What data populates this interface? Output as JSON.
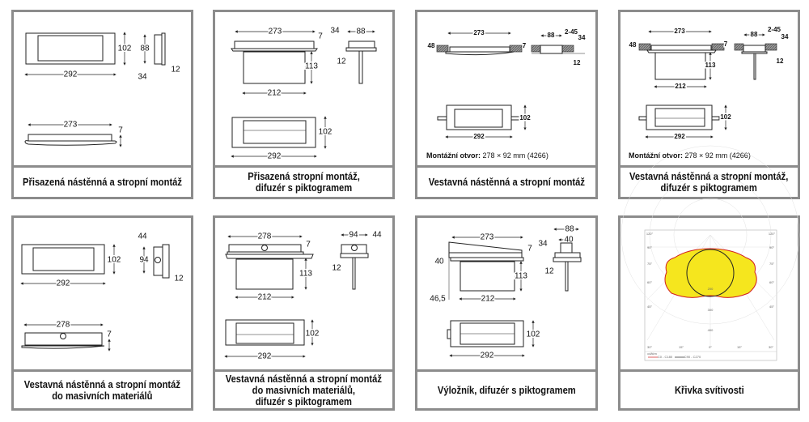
{
  "cards": [
    {
      "caption": [
        "Přisazená nástěnná a stropní montáž"
      ],
      "dims": {
        "a": "102",
        "b": "88",
        "c": "292",
        "d": "34",
        "e": "12",
        "f": "273",
        "g": "7"
      }
    },
    {
      "caption": [
        "Přisazená stropní montáž,",
        "difuzér s piktogramem"
      ],
      "dims": {
        "a": "273",
        "b": "7",
        "c": "113",
        "d": "212",
        "e": "34",
        "f": "88",
        "g": "12",
        "h": "102",
        "i": "292"
      }
    },
    {
      "caption": [
        "Vestavná nástěnná a stropní montáž"
      ],
      "dims": {
        "a": "273",
        "b": "48",
        "c": "7",
        "d": "88",
        "e": "2-45",
        "f": "34",
        "g": "12",
        "h": "102",
        "i": "292"
      },
      "note_label": "Montážní otvor:",
      "note_value": "278 × 92 mm (4266)"
    },
    {
      "caption": [
        "Vestavná nástěnná a stropní montáž,",
        "difuzér s piktogramem"
      ],
      "dims": {
        "a": "273",
        "b": "48",
        "c": "7",
        "d": "113",
        "e": "212",
        "f": "88",
        "g": "2-45",
        "h": "34",
        "i": "12",
        "j": "102",
        "k": "292"
      },
      "note_label": "Montážní otvor:",
      "note_value": "278 × 92 mm (4266)"
    },
    {
      "caption": [
        "Vestavná nástěnná a stropní montáž",
        "do masivních materiálů"
      ],
      "dims": {
        "a": "102",
        "b": "292",
        "c": "44",
        "d": "94",
        "e": "12",
        "f": "278",
        "g": "7"
      }
    },
    {
      "caption": [
        "Vestavná nástěnná a stropní montáž",
        "do masivních materiálů,",
        "difuzér s piktogramem"
      ],
      "dims": {
        "a": "278",
        "b": "7",
        "c": "113",
        "d": "212",
        "e": "94",
        "f": "44",
        "g": "12",
        "h": "102",
        "i": "292"
      }
    },
    {
      "caption": [
        "Výložník, difuzér s piktogramem"
      ],
      "dims": {
        "a": "273",
        "b": "40",
        "c": "7",
        "d": "113",
        "e": "46,5",
        "f": "212",
        "g": "88",
        "h": "40",
        "i": "34",
        "j": "12",
        "k": "102",
        "l": "292"
      }
    },
    {
      "caption": [
        "Křivka svítivosti"
      ],
      "polar": {
        "angles_left": [
          "120°",
          "90°",
          "75°",
          "60°",
          "45°"
        ],
        "angles_right": [
          "120°",
          "90°",
          "75°",
          "60°",
          "45°"
        ],
        "bottom": [
          "30°",
          "15°",
          "0°",
          "15°",
          "30°"
        ],
        "radial": [
          "200",
          "300",
          "400"
        ],
        "unit": "cd/klm",
        "legend": [
          "C0 - C180",
          "C90 - C270"
        ],
        "colors": {
          "fill": "#f5e61e",
          "c0": "#d21e1e",
          "c90": "#222222"
        }
      }
    }
  ]
}
